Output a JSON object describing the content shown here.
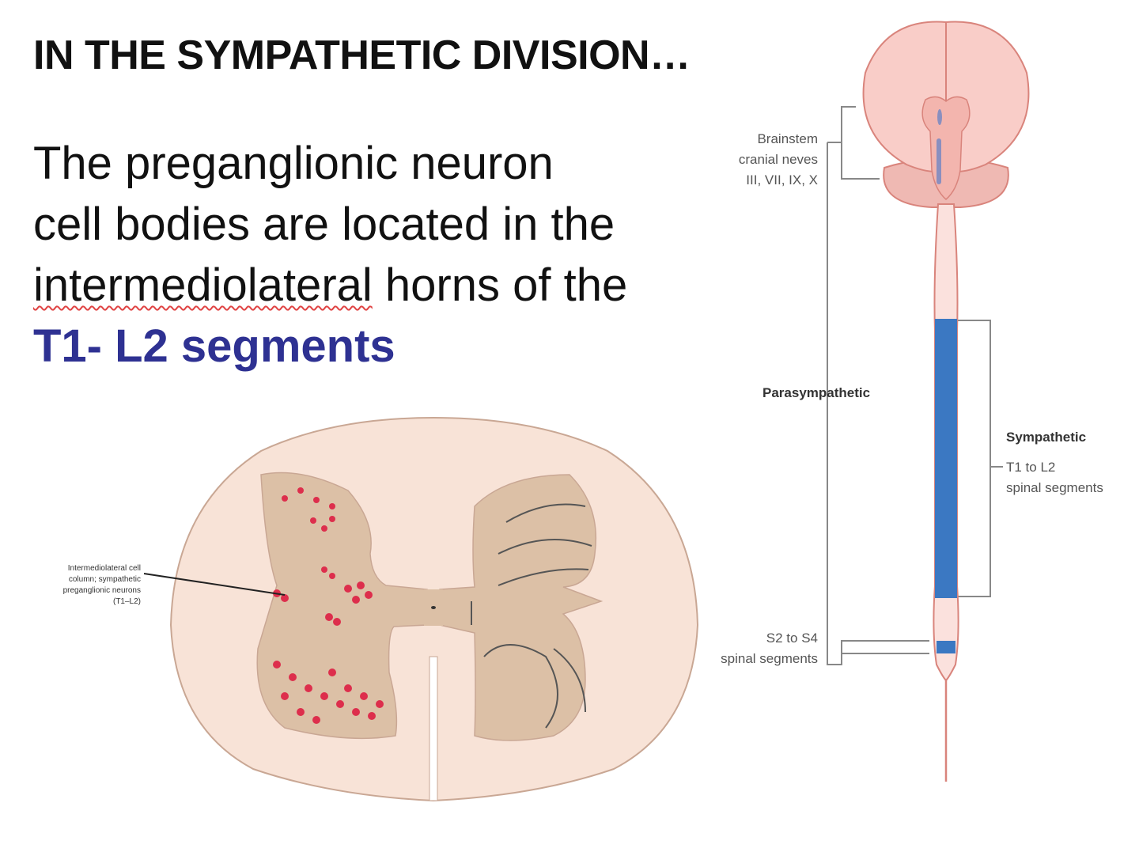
{
  "slide": {
    "heading": "IN THE SYMPATHETIC DIVISION…",
    "body_lines": [
      "The preganglionic neuron",
      "cell bodies are located in the"
    ],
    "line3_underlined": "intermediolateral",
    "line3_rest": " horns of the",
    "highlight": "T1- L2 segments",
    "highlight_color": "#2e3192"
  },
  "cns_diagram": {
    "brainstem_label": [
      "Brainstem",
      "cranial neves",
      "III, VII, IX, X"
    ],
    "parasympathetic_label": "Parasympathetic",
    "sympathetic_label": "Sympathetic",
    "sympathetic_sub": [
      "T1 to L2",
      "spinal segments"
    ],
    "sacral_label": [
      "S2 to S4",
      "spinal segments"
    ],
    "segment_color": "#3b78c2",
    "brain_color": "#f7c6c2"
  },
  "cord_section": {
    "callout": [
      "Intermediolateral cell",
      "column; sympathetic",
      "preganglionic neurons",
      "(T1–L2)"
    ]
  }
}
